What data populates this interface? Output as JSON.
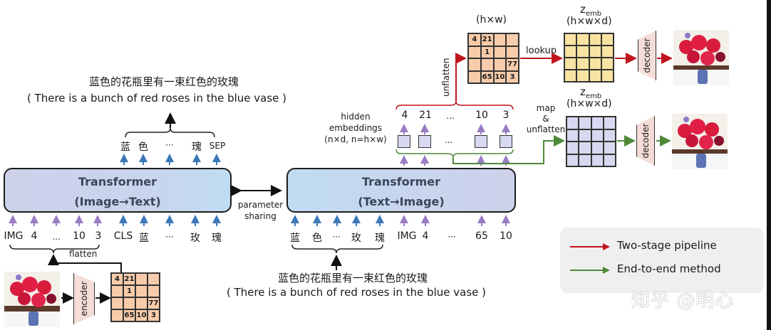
{
  "captions": {
    "top_left_cn": "蓝色的花瓶里有一束红色的玫瑰",
    "top_left_en": "( There is a bunch of red roses in the blue vase )",
    "bottom_mid_cn": "蓝色的花瓶里有一束红色的玫瑰",
    "bottom_mid_en": "( There is a bunch of red roses in the blue vase )"
  },
  "transformer_left": {
    "title": "Transformer",
    "subtitle": "(Image→Text)"
  },
  "transformer_right": {
    "title": "Transformer",
    "subtitle": "(Text→Image)"
  },
  "parameter_sharing": {
    "line1": "parameter",
    "line2": "sharing"
  },
  "left_output_tokens": [
    "蓝",
    "色",
    "···",
    "瑰",
    "SEP"
  ],
  "left_input_tokens": [
    "IMG",
    "4",
    "...",
    "10",
    "3",
    "CLS",
    "蓝",
    "···",
    "玫",
    "瑰"
  ],
  "right_input_tokens": [
    "蓝",
    "色",
    "···",
    "玫",
    "瑰",
    "IMG",
    "4",
    "···",
    "65",
    "10"
  ],
  "right_output_tokens": [
    "4",
    "21",
    "...",
    "10",
    "3"
  ],
  "hidden_embeddings": {
    "line1": "hidden",
    "line2": "embeddings",
    "line3": "(n×d, n=h×w)",
    "dots": "..."
  },
  "labels": {
    "flatten": "flatten",
    "encoder": "encoder",
    "decoder": "decoder",
    "unflatten": "unflatten",
    "lookup": "lookup",
    "hxw": "(h×w)",
    "zemb": "z",
    "zemb_sub": "emb",
    "hxwxd": "(h×w×d)",
    "map_line1": "map",
    "map_line2": "&",
    "map_line3": "unflatten"
  },
  "token_grid": [
    "4",
    "21",
    "",
    "",
    "",
    "1",
    "",
    "",
    "",
    "",
    "",
    "77",
    "",
    "65",
    "10",
    "3"
  ],
  "legend": {
    "items": [
      {
        "label": "Two-stage pipeline",
        "color": "#c0141e"
      },
      {
        "label": "End-to-end method",
        "color": "#4f8a3a"
      }
    ]
  },
  "watermark": "知乎 @明心",
  "colors": {
    "red_path": "#c0141e",
    "green_path": "#4f8a3a",
    "text_arrow": "#3b78b8",
    "image_arrow": "#9a7cc4"
  }
}
